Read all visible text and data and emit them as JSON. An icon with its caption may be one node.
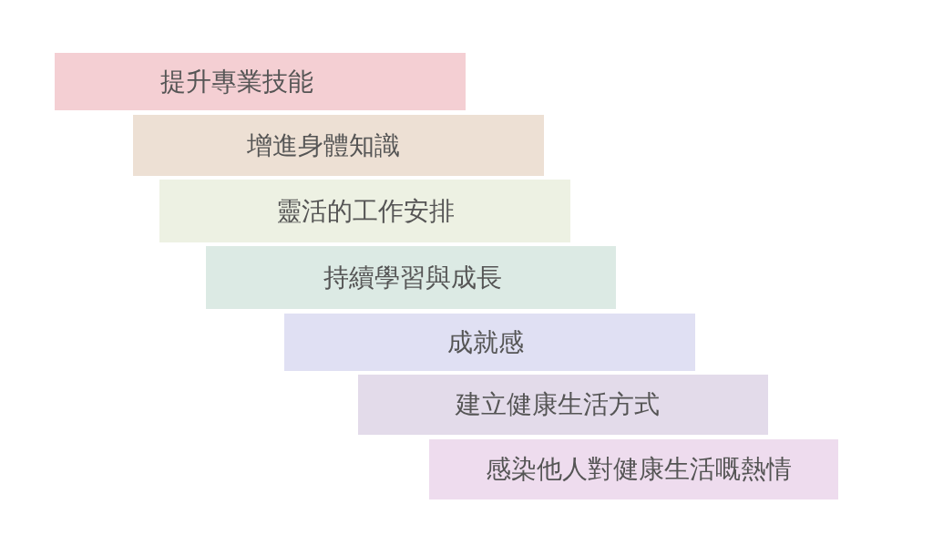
{
  "diagram": {
    "nodes": [
      {
        "text": [
          "提升專業技能"
        ]
      },
      {
        "text": [
          "增進身體知識"
        ]
      },
      {
        "text": [
          "靈活的工作安排"
        ]
      },
      {
        "text": [
          "持續學習與成長"
        ]
      },
      {
        "text": [
          "成就感"
        ]
      },
      {
        "text": [
          "建立健康生活方式"
        ]
      },
      {
        "text": [
          "感染他人對健康生活嘅熱情"
        ]
      }
    ]
  }
}
